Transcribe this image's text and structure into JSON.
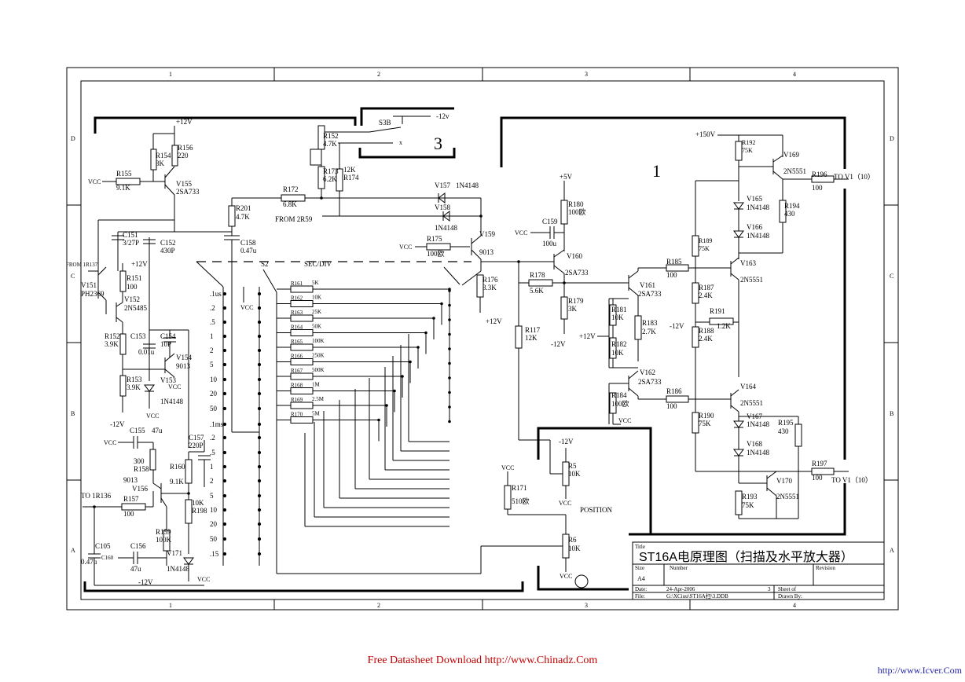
{
  "frame": {
    "col_markers": [
      "1",
      "2",
      "3",
      "4"
    ],
    "row_markers": [
      "D",
      "C",
      "B",
      "A"
    ]
  },
  "title_block": {
    "title_caption": "Title",
    "title": "ST16A电原理图（扫描及水平放大器）",
    "size_caption": "Size",
    "size": "A4",
    "number_caption": "Number",
    "revision_caption": "Revision",
    "date_caption": "Date:",
    "date": "24-Apr-2006",
    "sheet_num": "3",
    "sheet_caption": "Sheet    of",
    "file_caption": "File:",
    "file": "G:\\XCiuu\\ST16A扫\\3.DDB",
    "drawn_caption": "Drawn By:"
  },
  "section_markers": {
    "s3": "3",
    "s1": "1"
  },
  "components": {
    "s3b": "S3B",
    "s3b_v": "-12v",
    "s3b_x": "x",
    "r152a": "R152",
    "r152a_v": "4.7K",
    "r173": "R173",
    "r173_v": "6.2K",
    "r174_v": "12K",
    "r174": "R174",
    "r172": "R172",
    "r172_v": "6.8K",
    "from_2r59": "FROM 2R59",
    "v157": "V157",
    "v157_t": "1N4148",
    "v158": "V158",
    "v158_t": "1N4148",
    "r175": "R175",
    "r175_v": "100欧",
    "v159": "V159",
    "v159_t": "9013",
    "r176": "R176",
    "r176_v": "3.3K",
    "p12_r176": "+12V",
    "p12v_top": "+12V",
    "r154": "R154",
    "r154_v": "3K",
    "r156": "R156",
    "r156_v": "220",
    "r155": "R155",
    "r155_v": "9.1K",
    "vcc_155": "VCC",
    "v155": "V155",
    "v155_t": "2SA733",
    "r201": "R201",
    "r201_v": "4.7K",
    "c151": "C151",
    "c151_v": "3/27P",
    "c152": "C152",
    "c152_v": "430P",
    "c158": "C158",
    "c158_v": "0.47u",
    "s2": "S2",
    "secdiv": "SEC/DIV",
    "from_1r137": "FROM 1R137",
    "p12v_151": "+12V",
    "v151": "V151",
    "v151_t": "PH2369",
    "r151": "R151",
    "r151_v": "100",
    "v152": "V152",
    "v152_t": "2N5485",
    "r152": "R152",
    "r152_v": "3.9K",
    "c153": "C153",
    "c153_v": "0.01u",
    "c154": "C154",
    "c154_v": "10P",
    "v154": "V154",
    "v154_t": "9013",
    "r153": "R153",
    "r153_v": "3.9K",
    "v153": "V153",
    "v153_t": "1N4148",
    "vcc_153": "VCC",
    "vcc_154": "VCC",
    "m12_153": "-12V",
    "c155": "C155",
    "c155_v": "47u",
    "vcc_155b": "VCC",
    "r158_v": "300",
    "r158": "R158",
    "c157": "C157",
    "c157_v": "220P",
    "r160": "R160",
    "r160_v": "9.1K",
    "v156_t": "9013",
    "v156": "V156",
    "to_1r136": "TO 1R136",
    "r157": "R157",
    "r157_v": "100",
    "r198": "R198",
    "r198_v": "10K",
    "r159": "R159",
    "r159_v": "100K",
    "c105": "C105",
    "c105_v": "0.47u",
    "c160": "C160",
    "c156": "C156",
    "c156_v": "47u",
    "v171": "V171",
    "v171_t": "1N4148",
    "vcc_171": "VCC",
    "m12_bottom": "-12V",
    "sw_left": [
      ".1us",
      ".2",
      ".5",
      "1",
      "2",
      "5",
      "10",
      "20",
      "50",
      ".1ms",
      ".2",
      ".5",
      "1",
      "2",
      "5",
      "10",
      "20",
      "50",
      ".15"
    ],
    "vcc_sw": "VCC",
    "ladder": [
      {
        "ref": "R161",
        "val": "5K"
      },
      {
        "ref": "R162",
        "val": "10K"
      },
      {
        "ref": "R163",
        "val": "25K"
      },
      {
        "ref": "R164",
        "val": "50K"
      },
      {
        "ref": "R165",
        "val": "100K"
      },
      {
        "ref": "R166",
        "val": "250K"
      },
      {
        "ref": "R167",
        "val": "500K"
      },
      {
        "ref": "R168",
        "val": "1M"
      },
      {
        "ref": "R169",
        "val": "2.5M"
      },
      {
        "ref": "R170",
        "val": "5M"
      }
    ],
    "p5v": "+5V",
    "r180": "R180",
    "r180_v": "100欧",
    "c159": "C159",
    "c159_v": "100u",
    "vcc_159": "VCC",
    "v160": "V160",
    "v160_t": "2SA733",
    "r178": "R178",
    "r178_v": "5.6K",
    "r179": "R179",
    "r179_v": "3K",
    "m12_179": "-12V",
    "r117": "R117",
    "r117_v": "12K",
    "r181": "R181",
    "r181_v": "10K",
    "r182": "R182",
    "r182_v": "10K",
    "p12_182": "+12V",
    "r183": "R183",
    "r183_v": "2.7K",
    "v161": "V161",
    "v161_t": "2SA733",
    "v162": "V162",
    "v162_t": "2SA733",
    "r184": "R184",
    "r184_v": "100欧",
    "vcc_184": "VCC",
    "r185": "R185",
    "r185_v": "100",
    "r186": "R186",
    "r186_v": "100",
    "r187": "R187",
    "r187_v": "2.4K",
    "r188": "R188",
    "r188_v": "2.4K",
    "r191": "R191",
    "r191_v": "1.2K",
    "m12_191": "-12V",
    "r189": "R189",
    "r189_v": "75K",
    "r190": "R190",
    "r190_v": "75K",
    "p150v": "+150V",
    "r192": "R192",
    "r192_v": "75K",
    "v169": "V169",
    "v169_t": "2N5551",
    "r196": "R196",
    "r196_v": "100",
    "to_v1_a": "TO V1（10）",
    "v165": "V165",
    "v165_t": "1N4148",
    "v166": "V166",
    "v166_t": "1N4148",
    "r194": "R194",
    "r194_v": "430",
    "v163": "V163",
    "v163_t": "2N5551",
    "v164": "V164",
    "v164_t": "2N5551",
    "v167": "V167",
    "v167_t": "1N4148",
    "v168": "V168",
    "v168_t": "1N4148",
    "r195": "R195",
    "r195_v": "430",
    "r197": "R197",
    "r197_v": "100",
    "to_v1_b": "TO V1（10）",
    "v170": "V170",
    "v170_t": "2N5551",
    "r193": "R193",
    "r193_v": "75K",
    "m12_r5": "-12V",
    "r5": "R5",
    "r5_v": "10K",
    "vcc_r5": "VCC",
    "vcc_r171": "VCC",
    "r171": "R171",
    "r171_v": "510欧",
    "position": "POSITION",
    "r6": "R6",
    "r6_v": "10K",
    "vcc_r6": "VCC"
  },
  "footer": {
    "download": "Free Datasheet Download http://www.Chinadz.Com",
    "url": "http://www.Icver.Com"
  }
}
